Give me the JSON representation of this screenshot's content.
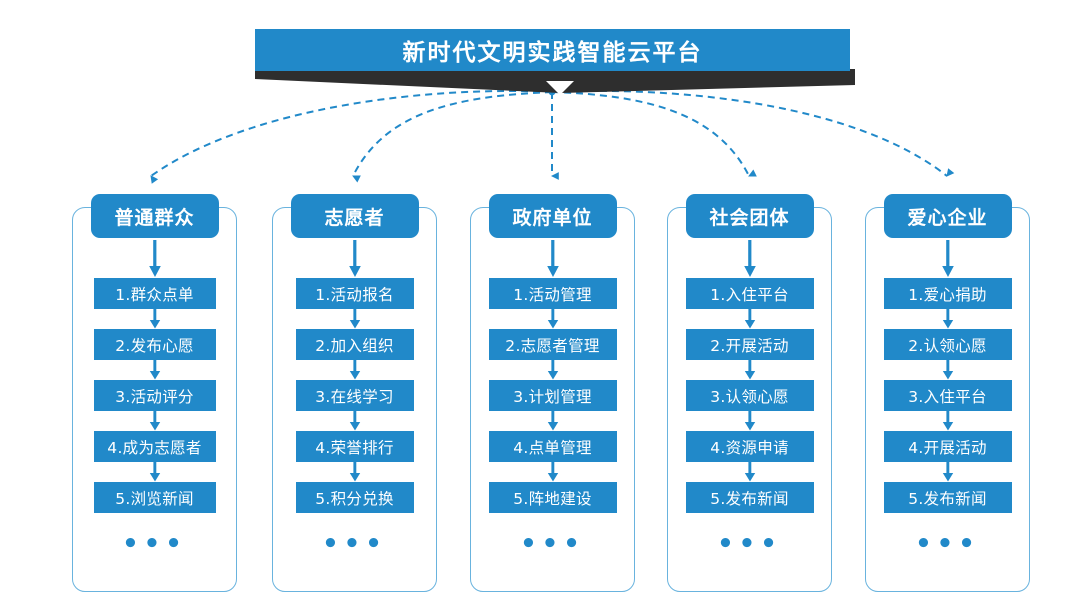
{
  "banner": {
    "title": "新时代文明实践智能云平台",
    "color": "#2189c9",
    "ribbon_color": "#2e2e2e"
  },
  "theme": {
    "accent": "#2189c9",
    "card_border": "#69b3de",
    "connector": "#2189c9",
    "text_on_accent": "#ffffff",
    "background": "#ffffff"
  },
  "ellipsis": "•••",
  "columns": [
    {
      "header": "普通群众",
      "items": [
        "1.群众点单",
        "2.发布心愿",
        "3.活动评分",
        "4.成为志愿者",
        "5.浏览新闻"
      ]
    },
    {
      "header": "志愿者",
      "items": [
        "1.活动报名",
        "2.加入组织",
        "3.在线学习",
        "4.荣誉排行",
        "5.积分兑换"
      ]
    },
    {
      "header": "政府单位",
      "items": [
        "1.活动管理",
        "2.志愿者管理",
        "3.计划管理",
        "4.点单管理",
        "5.阵地建设"
      ]
    },
    {
      "header": "社会团体",
      "items": [
        "1.入住平台",
        "2.开展活动",
        "3.认领心愿",
        "4.资源申请",
        "5.发布新闻"
      ]
    },
    {
      "header": "爱心企业",
      "items": [
        "1.爱心捐助",
        "2.认领心愿",
        "3.入住平台",
        "4.开展活动",
        "5.发布新闻"
      ]
    }
  ]
}
